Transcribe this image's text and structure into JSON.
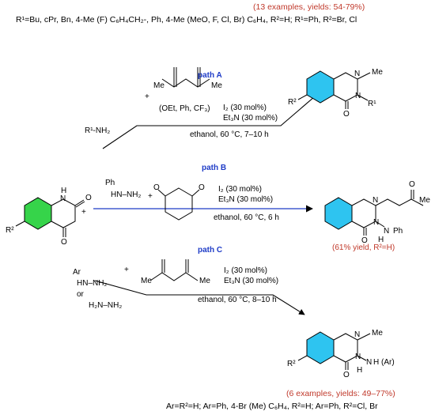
{
  "header": {
    "examples_yield": "(13 examples, yields: 54-79%)",
    "substituents": "R¹=Bu, cPr, Bn, 4-Me (F) C₆H₄CH₂-, Ph, 4-Me (MeO, F, Cl, Br) C₆H₄, R²=H; R¹=Ph, R²=Br, Cl"
  },
  "path_a": {
    "label": "path A",
    "reagent": "R¹-NH₂",
    "plus": "+",
    "dione_sub": "(OEt, Ph, CF₃)",
    "cond1": "I₂ (30 mol%)",
    "cond2": "Et₃N (30 mol%)",
    "cond3": "ethanol, 60 °C, 7–10 h",
    "me_left": "Me",
    "me_right": "Me"
  },
  "path_b": {
    "label": "path B",
    "reagent_ph": "Ph",
    "reagent": "HN–NH₂",
    "plus": "+",
    "cond1": "I₂ (30 mol%)",
    "cond2": "Et₃N (30 mol%)",
    "cond3": "ethanol, 60 °C, 6 h",
    "yield": "(61% yield, R²=H)"
  },
  "path_c": {
    "label": "path C",
    "reagent_ar": "Ar",
    "reagent_hn": "HN–NH₂",
    "reagent_or": "or",
    "reagent_h2n": "H₂N–NH₂",
    "plus": "+",
    "me_left": "Me",
    "me_right": "Me",
    "cond1": "I₂ (30 mol%)",
    "cond2": "Et₃N (30 mol%)",
    "cond3": "ethanol, 60 °C, 8–10 h"
  },
  "start": {
    "plus": "+",
    "nh": "H",
    "n": "N",
    "o1": "O",
    "o2": "O",
    "o3": "O",
    "r2": "R²"
  },
  "product_a": {
    "n1": "N",
    "n2": "N",
    "me": "Me",
    "r1": "R¹",
    "o": "O",
    "r2": "R²"
  },
  "product_b": {
    "n1": "N",
    "n2": "N",
    "nh": "N",
    "h": "H",
    "ph": "Ph",
    "o": "O",
    "ket_o": "O",
    "me": "Me"
  },
  "product_c": {
    "n1": "N",
    "n2": "N",
    "nh": "N",
    "h": "H",
    "ar": "H (Ar)",
    "me": "Me",
    "o": "O",
    "r2": "R²"
  },
  "footer": {
    "examples_yield": "(6 examples, yields: 49–77%)",
    "substituents": "Ar=R²=H; Ar=Ph, 4-Br (Me) C₆H₄, R²=H; Ar=Ph, R²=Cl, Br"
  },
  "colors": {
    "ring_fill": "#2ec4f0",
    "start_ring_fill": "#36d44a",
    "accent_red": "#c0392b",
    "path_blue": "#1f3cc7"
  }
}
